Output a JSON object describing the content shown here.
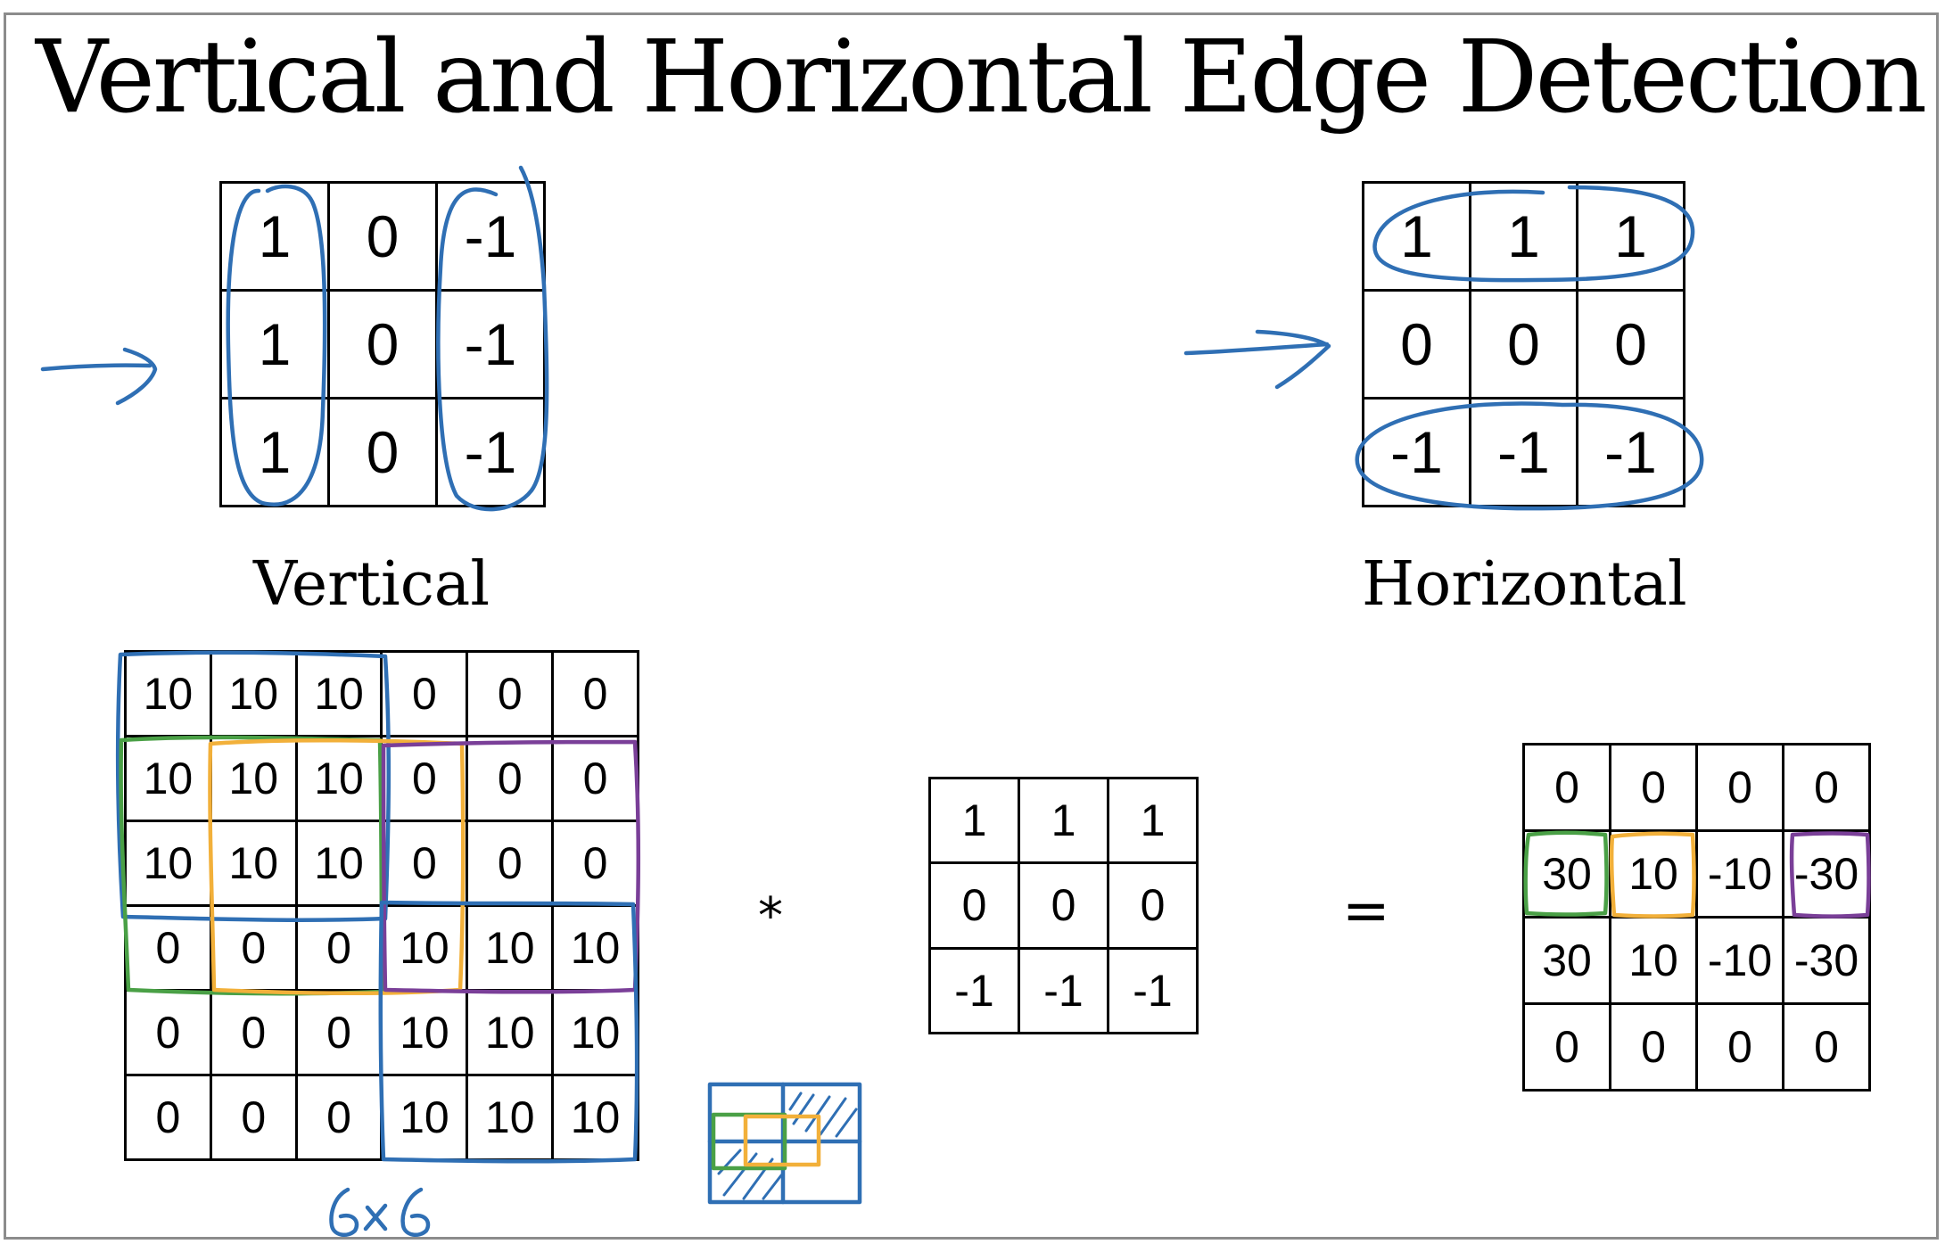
{
  "title": "Vertical and Horizontal Edge Detection",
  "vertical_filter": {
    "label": "Vertical",
    "rows": [
      [
        "1",
        "0",
        "-1"
      ],
      [
        "1",
        "0",
        "-1"
      ],
      [
        "1",
        "0",
        "-1"
      ]
    ]
  },
  "horizontal_filter": {
    "label": "Horizontal",
    "rows": [
      [
        "1",
        "1",
        "1"
      ],
      [
        "0",
        "0",
        "0"
      ],
      [
        "-1",
        "-1",
        "-1"
      ]
    ]
  },
  "input_image": {
    "rows": [
      [
        "10",
        "10",
        "10",
        "0",
        "0",
        "0"
      ],
      [
        "10",
        "10",
        "10",
        "0",
        "0",
        "0"
      ],
      [
        "10",
        "10",
        "10",
        "0",
        "0",
        "0"
      ],
      [
        "0",
        "0",
        "0",
        "10",
        "10",
        "10"
      ],
      [
        "0",
        "0",
        "0",
        "10",
        "10",
        "10"
      ],
      [
        "0",
        "0",
        "0",
        "10",
        "10",
        "10"
      ]
    ],
    "size_note": "6 x 6"
  },
  "convolution_symbol": "*",
  "equals_symbol": "=",
  "kernel": {
    "rows": [
      [
        "1",
        "1",
        "1"
      ],
      [
        "0",
        "0",
        "0"
      ],
      [
        "-1",
        "-1",
        "-1"
      ]
    ]
  },
  "output": {
    "rows": [
      [
        "0",
        "0",
        "0",
        "0"
      ],
      [
        "30",
        "10",
        "-10",
        "-30"
      ],
      [
        "30",
        "10",
        "-10",
        "-30"
      ],
      [
        "0",
        "0",
        "0",
        "0"
      ]
    ]
  },
  "ink_colors": {
    "blue": "#2f6fb4",
    "green": "#4aa046",
    "yellow": "#f2b03a",
    "purple": "#7a3f98"
  }
}
